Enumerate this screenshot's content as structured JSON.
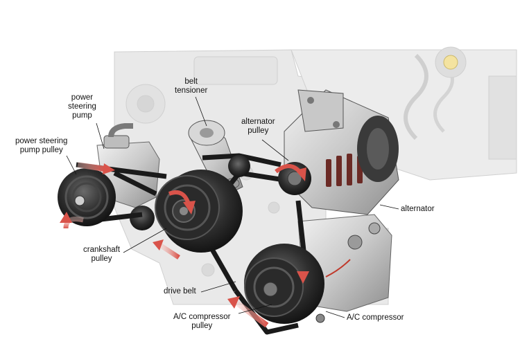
{
  "labels": {
    "power_steering_pump": [
      "power",
      "steering",
      "pump"
    ],
    "power_steering_pump_pulley": [
      "power steering",
      "pump pulley"
    ],
    "belt_tensioner": [
      "belt",
      "tensioner"
    ],
    "alternator_pulley": [
      "alternator",
      "pulley"
    ],
    "alternator": "alternator",
    "crankshaft_pulley": [
      "crankshaft",
      "pulley"
    ],
    "drive_belt": "drive belt",
    "ac_compressor_pulley": [
      "A/C compressor",
      "pulley"
    ],
    "ac_compressor": "A/C compressor"
  },
  "colors": {
    "arrow": "#d9534a",
    "belt": "#1a1a1a",
    "engine_ghost": "#e6e6e6",
    "metal_light": "#d2d2d2",
    "metal_dark": "#3a3a3a"
  },
  "icons": {
    "direction_arrow": "curved-red-arrow-icon"
  }
}
